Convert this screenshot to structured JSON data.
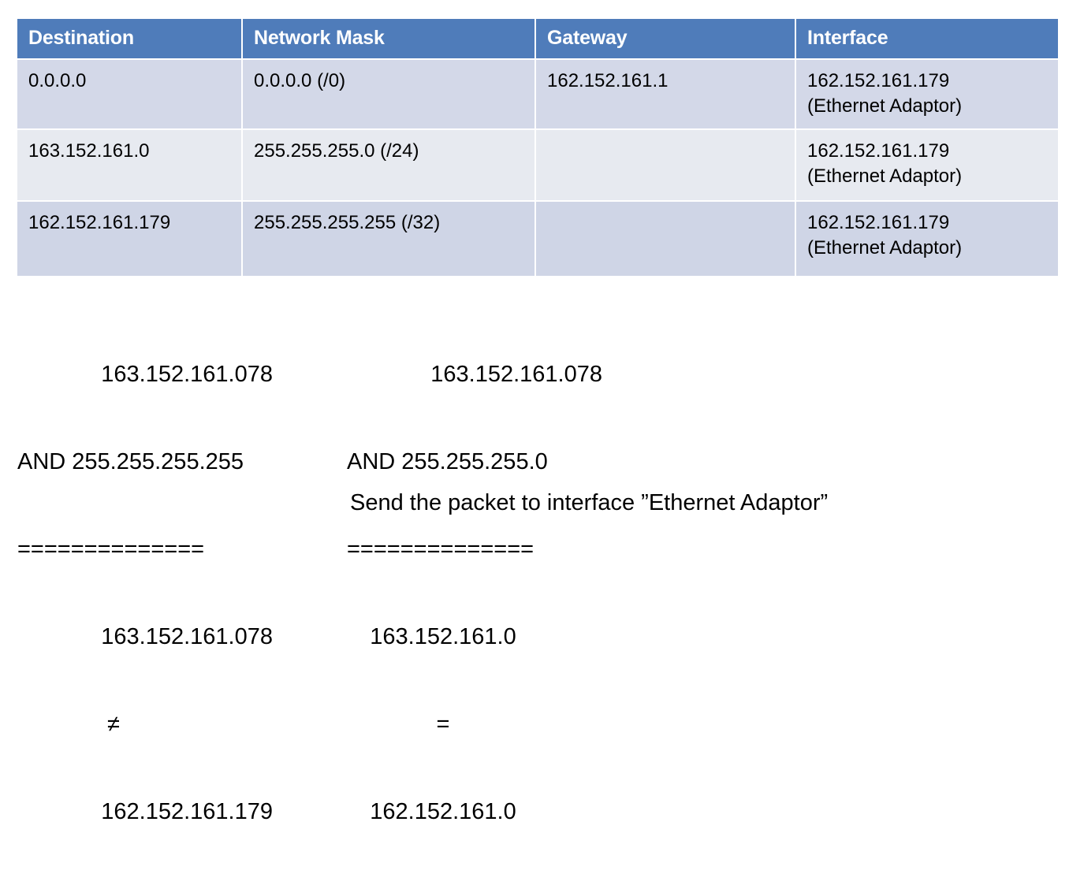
{
  "table": {
    "headers": [
      "Destination",
      "Network Mask",
      "Gateway",
      "Interface"
    ],
    "rows": [
      {
        "destination": "0.0.0.0",
        "network_mask": "0.0.0.0 (/0)",
        "gateway": "162.152.161.1",
        "interface_addr": "162.152.161.179",
        "interface_name": "(Ethernet Adaptor)"
      },
      {
        "destination": "163.152.161.0",
        "network_mask": "255.255.255.0 (/24)",
        "gateway": "",
        "interface_addr": "162.152.161.179",
        "interface_name": "(Ethernet Adaptor)"
      },
      {
        "destination": "162.152.161.179",
        "network_mask": "255.255.255.255 (/32)",
        "gateway": "",
        "interface_addr": "162.152.161.179",
        "interface_name": "(Ethernet Adaptor)"
      }
    ]
  },
  "calculations": {
    "left": {
      "operand1": "163.152.161.078",
      "operator": "AND",
      "operand2": "255.255.255.255",
      "separator": "==============",
      "result": "163.152.161.078",
      "comparison": "≠",
      "compared_to": "162.152.161.179"
    },
    "right": {
      "operand1": "163.152.161.078",
      "operator": "AND",
      "operand2": "255.255.255.0",
      "separator": "==============",
      "result": "163.152.161.0",
      "comparison": "=",
      "compared_to": "162.152.161.0"
    }
  },
  "conclusion": "Send the packet to interface ”Ethernet Adaptor”",
  "colors": {
    "header_blue": "#4F7CBA",
    "row_dark": "#D3D8E8",
    "row_light": "#E7EAF0",
    "row_dark2": "#CFD5E6",
    "text": "#000000",
    "header_text": "#FFFFFF",
    "page_background": "#FFFFFF"
  }
}
